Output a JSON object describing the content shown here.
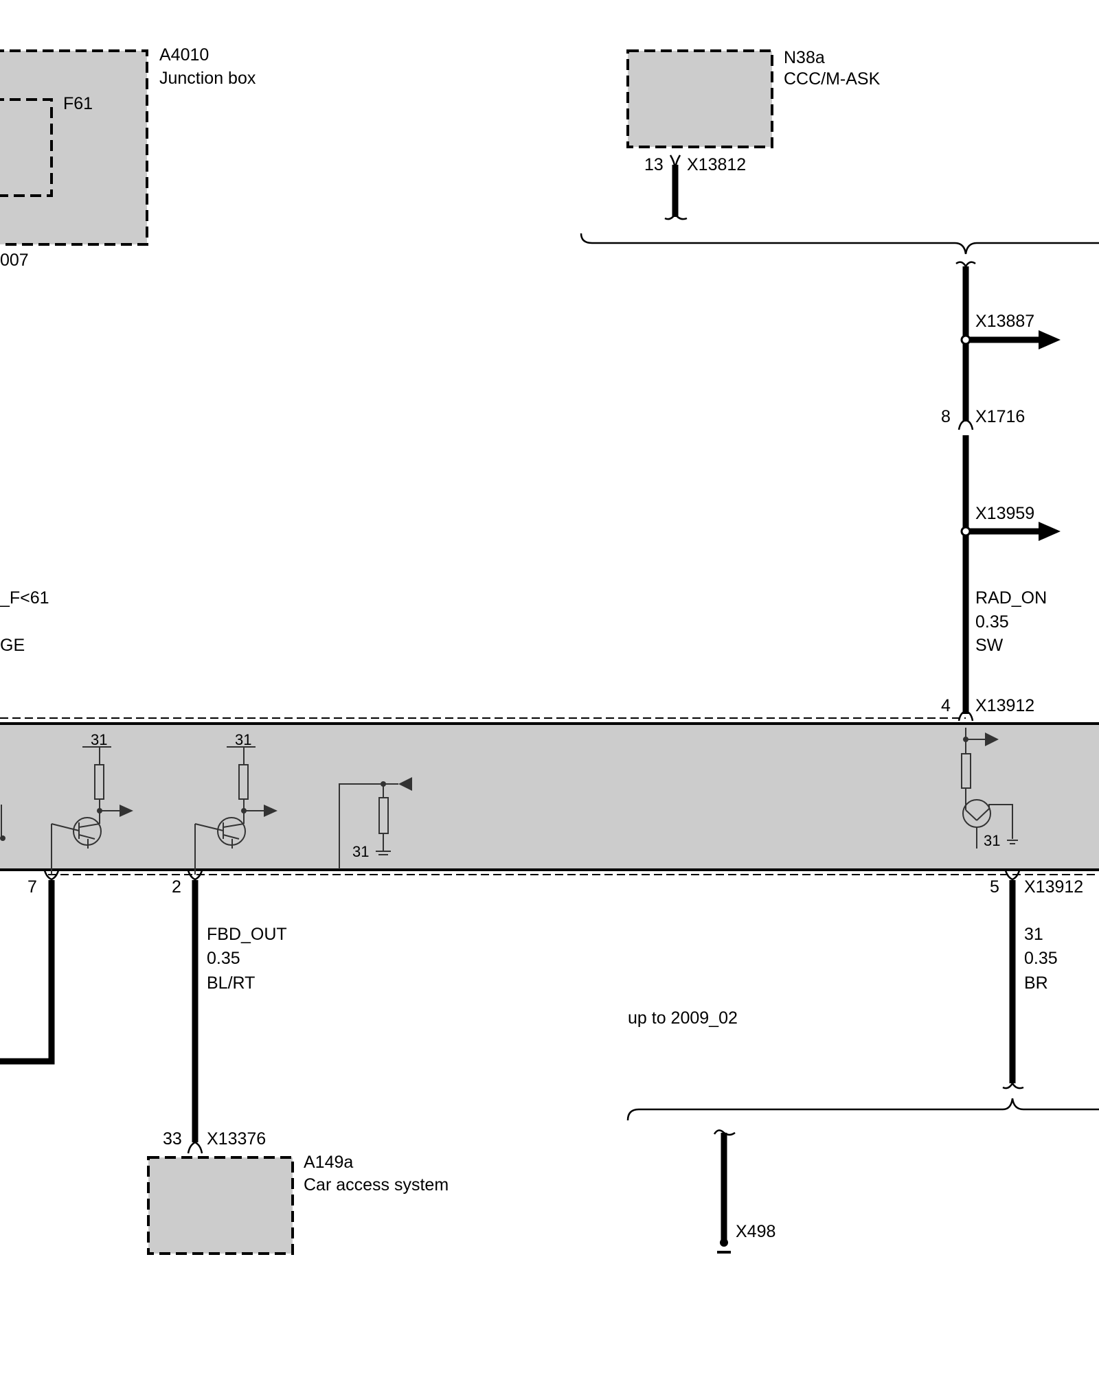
{
  "components": {
    "a4010": {
      "id": "A4010",
      "name": "Junction box",
      "fuse": "F61",
      "partial_label": "007"
    },
    "n38a": {
      "id": "N38a",
      "name": "CCC/M-ASK",
      "pin": "13",
      "connector": "X13812"
    },
    "a149a": {
      "id": "A149a",
      "name": "Car access system",
      "pin": "33",
      "connector": "X13376"
    }
  },
  "connectors": {
    "x13887": "X13887",
    "x1716": {
      "pin": "8",
      "label": "X1716"
    },
    "x13959": "X13959",
    "x13912_top": {
      "pin": "4",
      "label": "X13912"
    },
    "x13912_bottom": {
      "pin": "5",
      "label": "X13912"
    },
    "x498": "X498"
  },
  "wires": {
    "rad_on": {
      "signal": "RAD_ON",
      "gauge": "0.35",
      "color": "SW"
    },
    "fbd_out": {
      "signal": "FBD_OUT",
      "gauge": "0.35",
      "color": "BL/RT"
    },
    "ground": {
      "signal": "31",
      "gauge": "0.35",
      "color": "BR"
    }
  },
  "partial_labels": {
    "left_signal": "_F<61",
    "left_color": "GE"
  },
  "pins": {
    "pin7": "7",
    "pin2": "2"
  },
  "ground_labels": {
    "g1": "31",
    "g2": "31",
    "g3": "31",
    "g4": "31"
  },
  "notes": {
    "variant": "up to 2009_02"
  }
}
